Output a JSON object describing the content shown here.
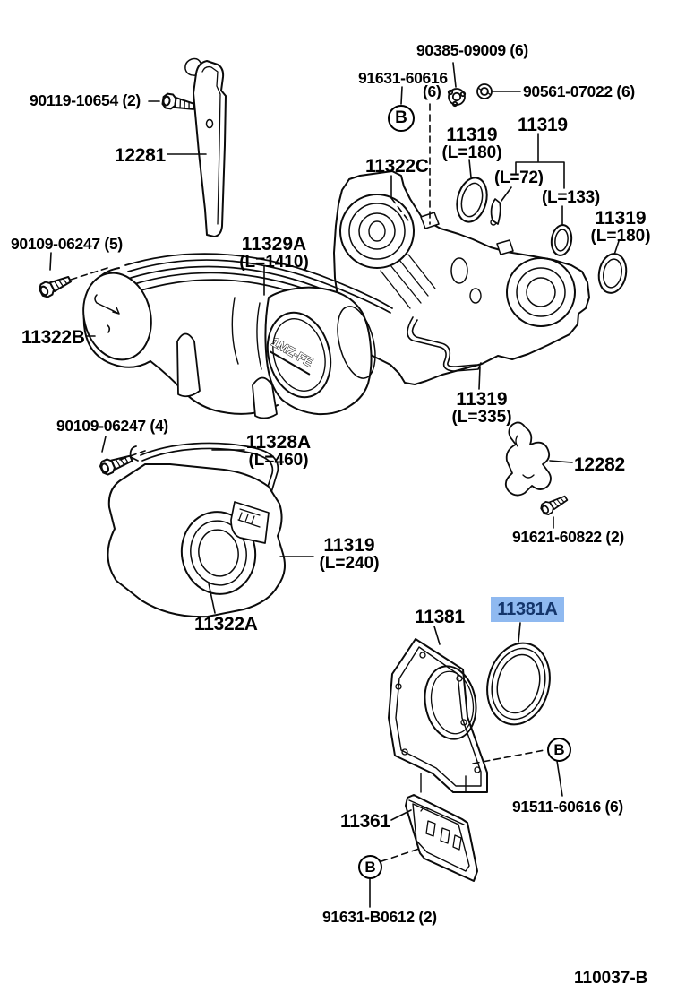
{
  "figure": {
    "code": "110037-B",
    "marker_letter": "B",
    "highlight_bg": "#8FB9F0",
    "highlight_fg": "#14356B",
    "engine_stamp": "1MZ-FE"
  },
  "labels": {
    "bolt_90119": "90119-10654 (2)",
    "bracket_12281": "12281",
    "grommet_90385": "90385-09009 (6)",
    "bolt_91631": "91631-60616",
    "bolt_91631_qty": "(6)",
    "nut_90561": "90561-07022 (6)",
    "cover_11322C": "11322C",
    "seal_11319_a": "11319",
    "seal_11319_a_len": "(L=180)",
    "seal_11319_b": "11319",
    "seal_11319_b_len72": "(L=72)",
    "seal_11319_b_len133": "(L=133)",
    "seal_11319_c": "11319",
    "seal_11319_c_len": "(L=180)",
    "bolt_90109_5": "90109-06247 (5)",
    "belt_11329A": "11329A",
    "belt_11329A_len": "(L=1410)",
    "cover_11322B": "11322B",
    "gasket_11319_d": "11319",
    "gasket_11319_d_len": "(L=335)",
    "bolt_90109_4": "90109-06247 (4)",
    "pipe_11328A": "11328A",
    "pipe_11328A_len": "(L=460)",
    "bracket_12282": "12282",
    "bolt_91621": "91621-60822 (2)",
    "seal_11319_e": "11319",
    "seal_11319_e_len": "(L=240)",
    "cover_11322A": "11322A",
    "retainer_11381": "11381",
    "seal_11381A": "11381A",
    "bolt_91511": "91511-60616 (6)",
    "plate_11361": "11361",
    "bolt_91631_B0612": "91631-B0612 (2)"
  }
}
